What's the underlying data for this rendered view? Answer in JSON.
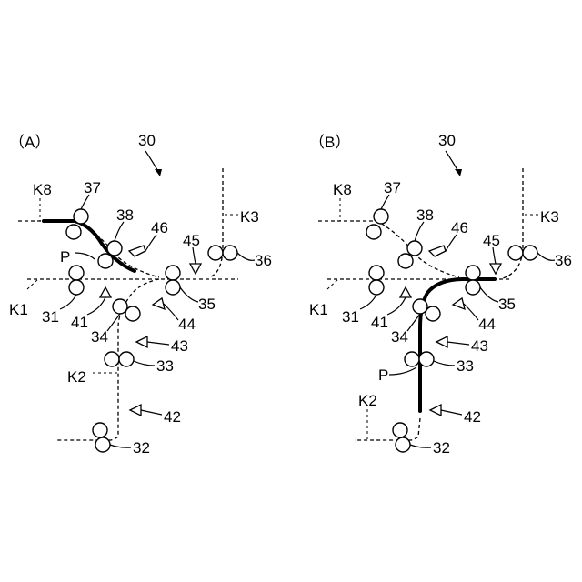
{
  "panels": [
    {
      "id": "A",
      "caption": "（A）",
      "ref_device": "30",
      "sheet_label": "P",
      "paths": [
        "K1",
        "K2",
        "K3",
        "K8"
      ],
      "rollers": [
        "31",
        "32",
        "33",
        "34",
        "35",
        "36",
        "37",
        "38"
      ],
      "flappers": [
        "41",
        "42",
        "43",
        "44",
        "45",
        "46"
      ]
    },
    {
      "id": "B",
      "caption": "（B）",
      "ref_device": "30",
      "sheet_label": "P",
      "paths": [
        "K1",
        "K2",
        "K3",
        "K8"
      ],
      "rollers": [
        "31",
        "32",
        "33",
        "34",
        "35",
        "36",
        "37",
        "38"
      ],
      "flappers": [
        "41",
        "42",
        "43",
        "44",
        "45",
        "46"
      ]
    }
  ]
}
